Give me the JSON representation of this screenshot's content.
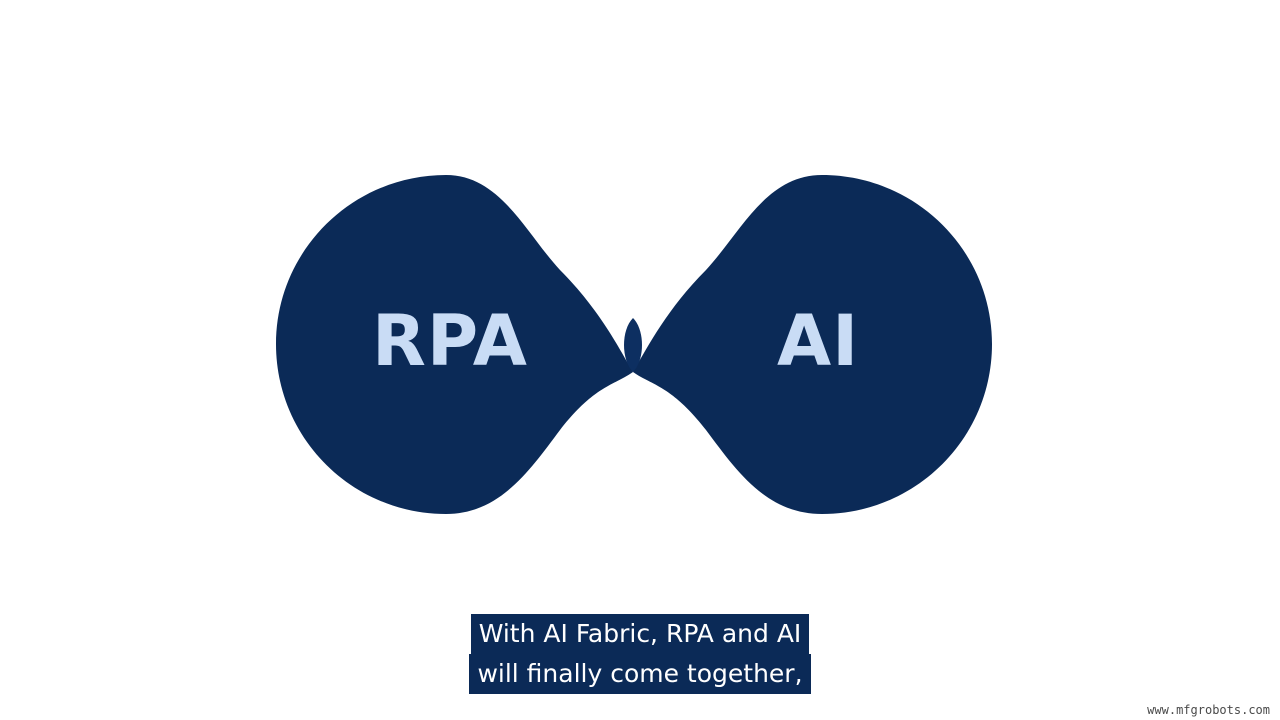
{
  "graphic": {
    "left_label": "RPA",
    "right_label": "AI",
    "shape_color": "#0b2a57",
    "label_color": "#c9dcf5"
  },
  "subtitles": {
    "line1": "With AI Fabric, RPA and AI",
    "line2": "will finally come together,"
  },
  "watermark": {
    "text": "www.mfgrobots.com"
  }
}
